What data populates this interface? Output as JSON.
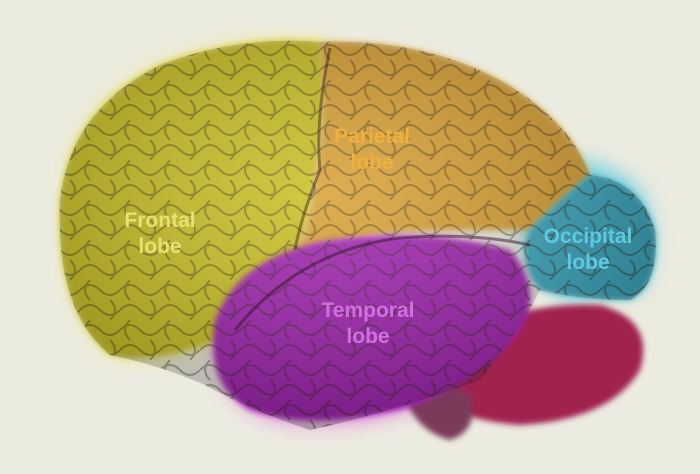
{
  "colors": {
    "background": "#ecebe0",
    "frontal": "#c9c020",
    "parietal": "#d8a030",
    "temporal": "#a020b0",
    "occipital": "#3aa8c0",
    "cerebellum": "#a02050",
    "brainstem": "#7a3a5a"
  },
  "labels": {
    "frontal": {
      "line1": "Frontal",
      "line2": "lobe",
      "color": "#e8e070"
    },
    "parietal": {
      "line1": "Parietal",
      "line2": "lobe",
      "color": "#f0b040"
    },
    "temporal": {
      "line1": "Temporal",
      "line2": "lobe",
      "color": "#d070e0"
    },
    "occipital": {
      "line1": "Occipital",
      "line2": "lobe",
      "color": "#60c8e0"
    }
  }
}
